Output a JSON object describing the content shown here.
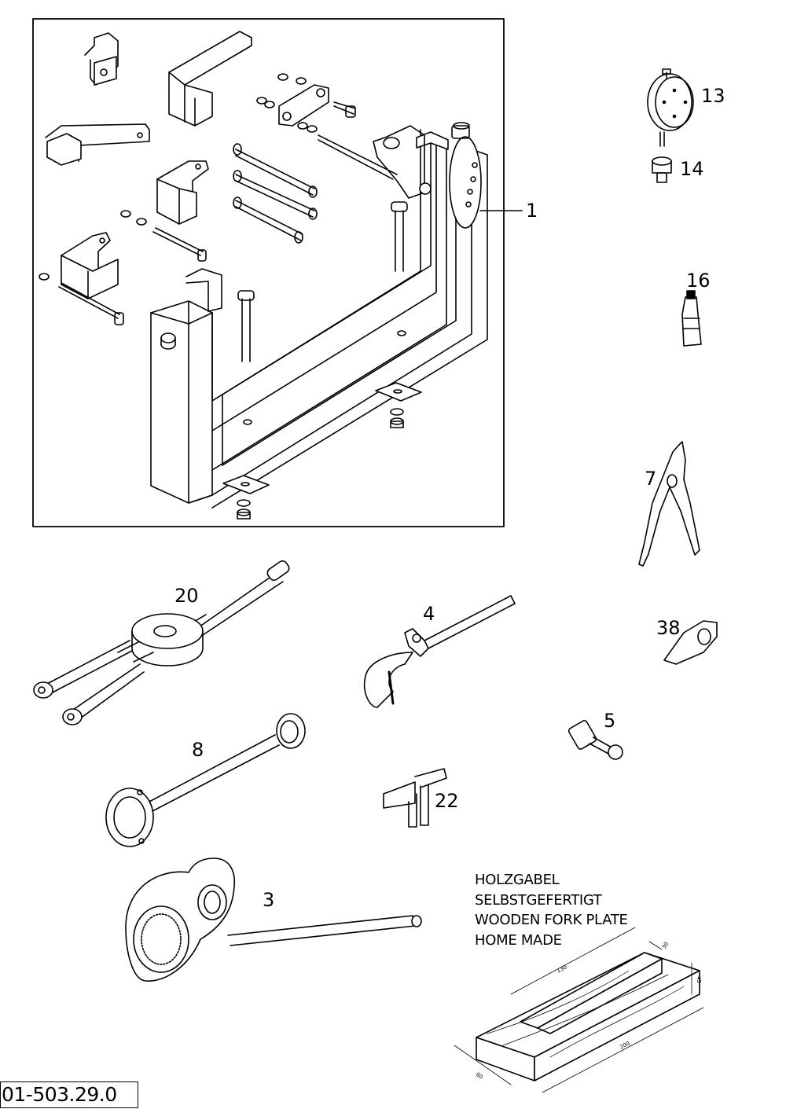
{
  "callouts": {
    "c1": "1",
    "c13": "13",
    "c14": "14",
    "c16": "16",
    "c7": "7",
    "c20": "20",
    "c4": "4",
    "c38": "38",
    "c5": "5",
    "c8": "8",
    "c22": "22",
    "c3": "3"
  },
  "note": {
    "line1": "HOLZGABEL",
    "line2": "SELBSTGEFERTIGT",
    "line3": "WOODEN FORK PLATE",
    "line4": "HOME MADE"
  },
  "dimensions": {
    "top_length": "130",
    "top_width": "30",
    "height": "45",
    "length": "200",
    "width": "80"
  },
  "drawing_code": "01-503.29.0"
}
